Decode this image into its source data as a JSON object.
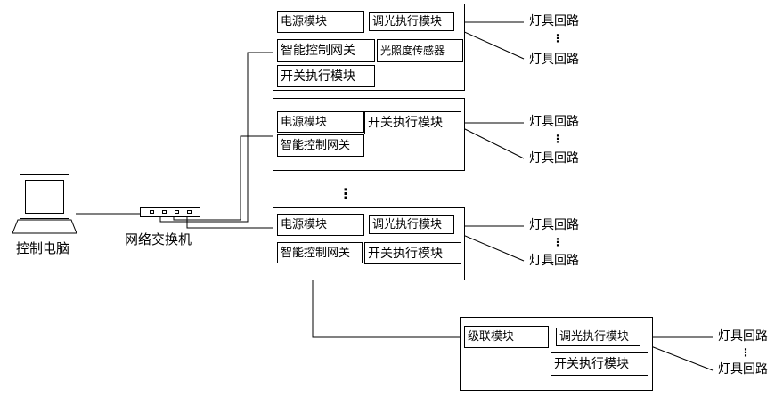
{
  "pc": {
    "label": "控制电脑"
  },
  "switch": {
    "label": "网络交换机"
  },
  "modules": {
    "power": "电源模块",
    "dimming": "调光执行模块",
    "gateway": "智能控制网关",
    "light_sensor": "光照度传感器",
    "switch_exec": "开关执行模块",
    "cascade": "级联模块"
  },
  "loop_label": "灯具回路",
  "ellipsis": "⋮"
}
